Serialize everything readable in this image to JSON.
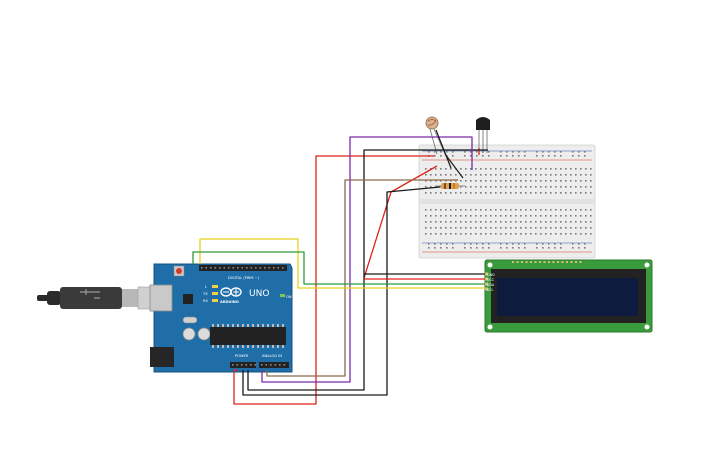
{
  "arduino": {
    "brand": "ARDUINO",
    "model": "UNO",
    "digital_header": "DIGITAL (PWM ~)",
    "power_header": "POWER",
    "analog_header": "ANALOG IN",
    "led_labels": [
      "L",
      "TX",
      "RX"
    ],
    "on_label": "ON"
  },
  "lcd": {
    "pin_labels": [
      "GND",
      "VCC",
      "SDA",
      "SCL"
    ]
  },
  "colors": {
    "board": "#1f6ea8",
    "breadboard": "#ededed",
    "lcd_pcb": "#3a9b3c",
    "lcd_screen": "#0d1b3f",
    "wire_red": "#e0231c",
    "wire_black": "#1a1a1a",
    "wire_purple": "#7a2aa6",
    "wire_brown": "#8b6a4a",
    "wire_yellow": "#e6d21e",
    "wire_green": "#2e9b3a"
  }
}
